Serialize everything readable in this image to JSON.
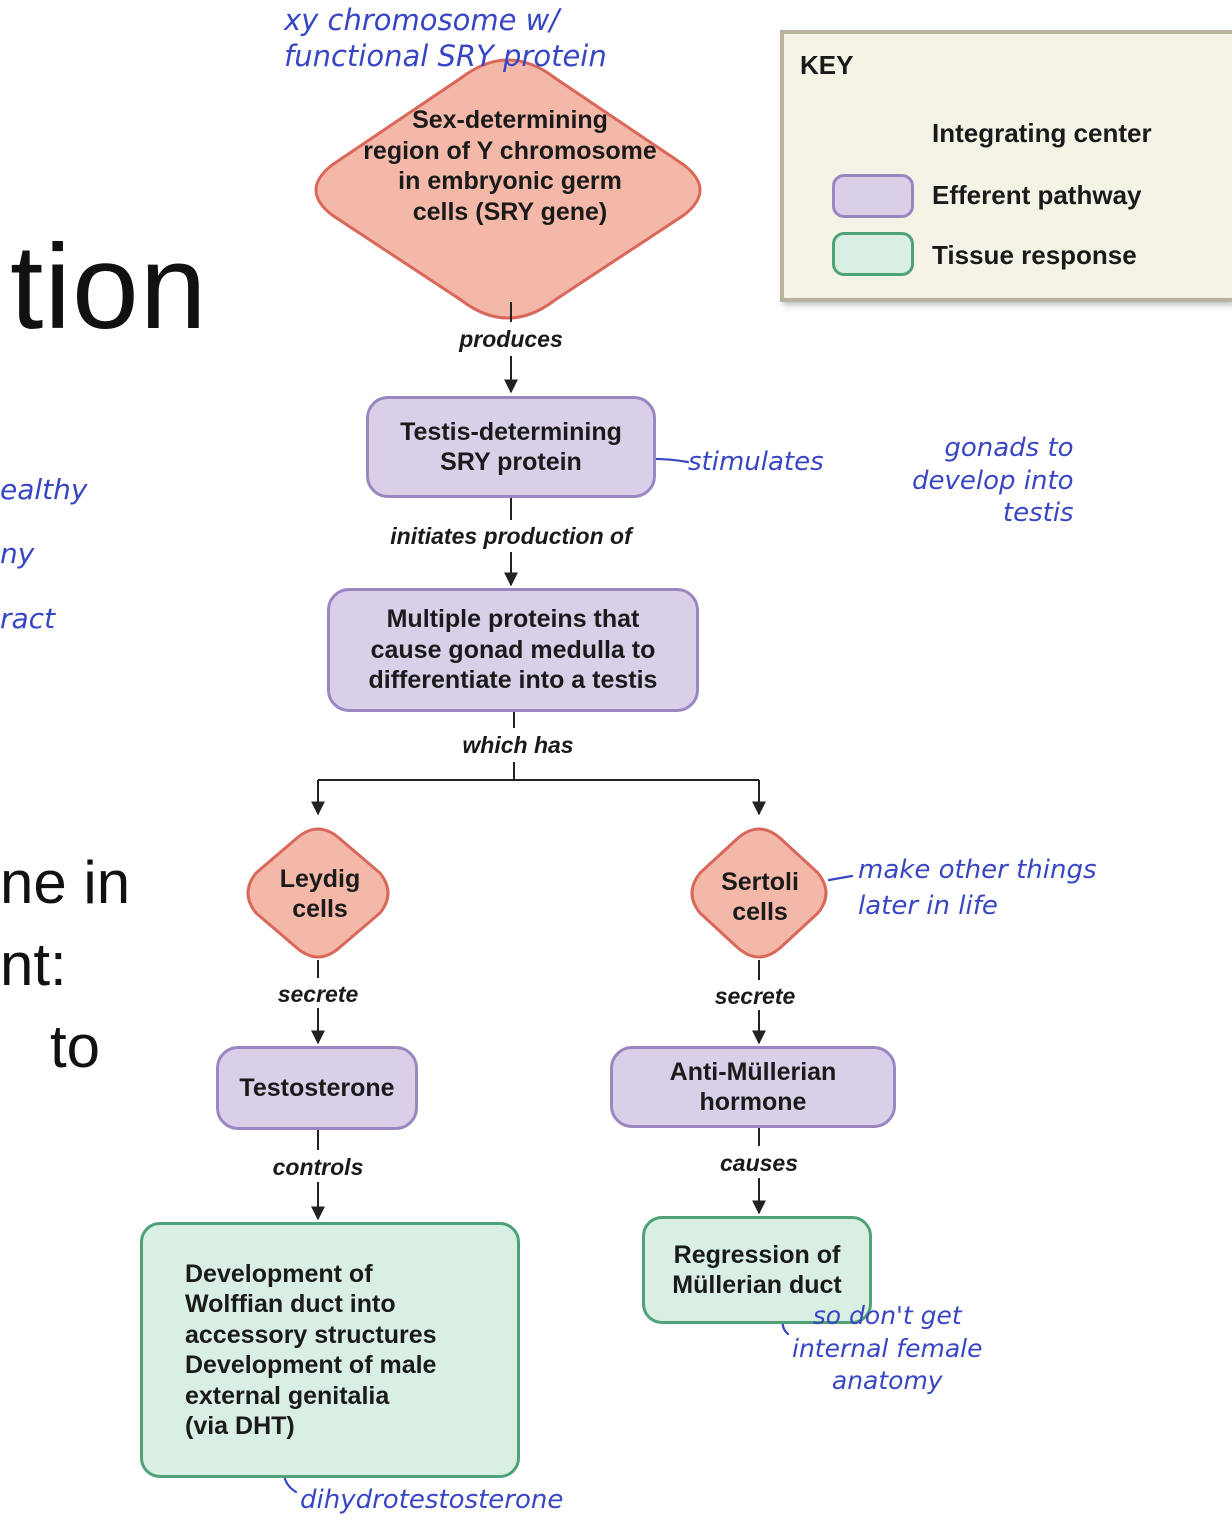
{
  "slide": {
    "title_fragment": "tion",
    "body_fragments": [
      "ne in",
      "nt:",
      "to"
    ]
  },
  "key": {
    "title": "KEY",
    "items": [
      {
        "label": "Integrating center",
        "shape": "diamond",
        "color": "#f4b8a8"
      },
      {
        "label": "Efferent pathway",
        "shape": "rounded-rect",
        "color": "#d9cfe9"
      },
      {
        "label": "Tissue response",
        "shape": "rounded-rect",
        "color": "#d9efe3"
      }
    ]
  },
  "nodes": {
    "sry_region": "Sex-determining\nregion of Y chromosome\nin embryonic germ\ncells (SRY gene)",
    "sry_protein": "Testis-determining\nSRY protein",
    "multiple_proteins": "Multiple proteins that\ncause gonad medulla to\ndifferentiate into a testis",
    "leydig": "Leydig\ncells",
    "sertoli": "Sertoli\ncells",
    "testosterone": "Testosterone",
    "amh": "Anti-Müllerian\nhormone",
    "wolffian": "Development of\nWolffian duct into\naccessory structures\nDevelopment of male\nexternal genitalia\n(via DHT)",
    "mullerian_regression": "Regression of\nMüllerian duct"
  },
  "edge_labels": {
    "produces": "produces",
    "initiates": "initiates production of",
    "which_has": "which has",
    "secrete_left": "secrete",
    "secrete_right": "secrete",
    "controls": "controls",
    "causes": "causes"
  },
  "handwritten": {
    "top": "xy chromosome w/\nfunctional SRY protein",
    "stimulates": "stimulates",
    "gonads": "gonads to\ndevelop into\ntestis",
    "left_margin": "ealthy\nny\nract",
    "sertoli_note": "make other things\nlater in life",
    "so_dont": "so  don't get\ninternal female\nanatomy",
    "dht": "dihydrotestosterone"
  },
  "colors": {
    "integrating": "#f4b8a8",
    "integrating_border": "#d9675a",
    "efferent": "#d9cfe9",
    "efferent_border": "#9a86c0",
    "tissue": "#d9efe3",
    "tissue_border": "#4fa277",
    "ink": "#3946c4"
  }
}
